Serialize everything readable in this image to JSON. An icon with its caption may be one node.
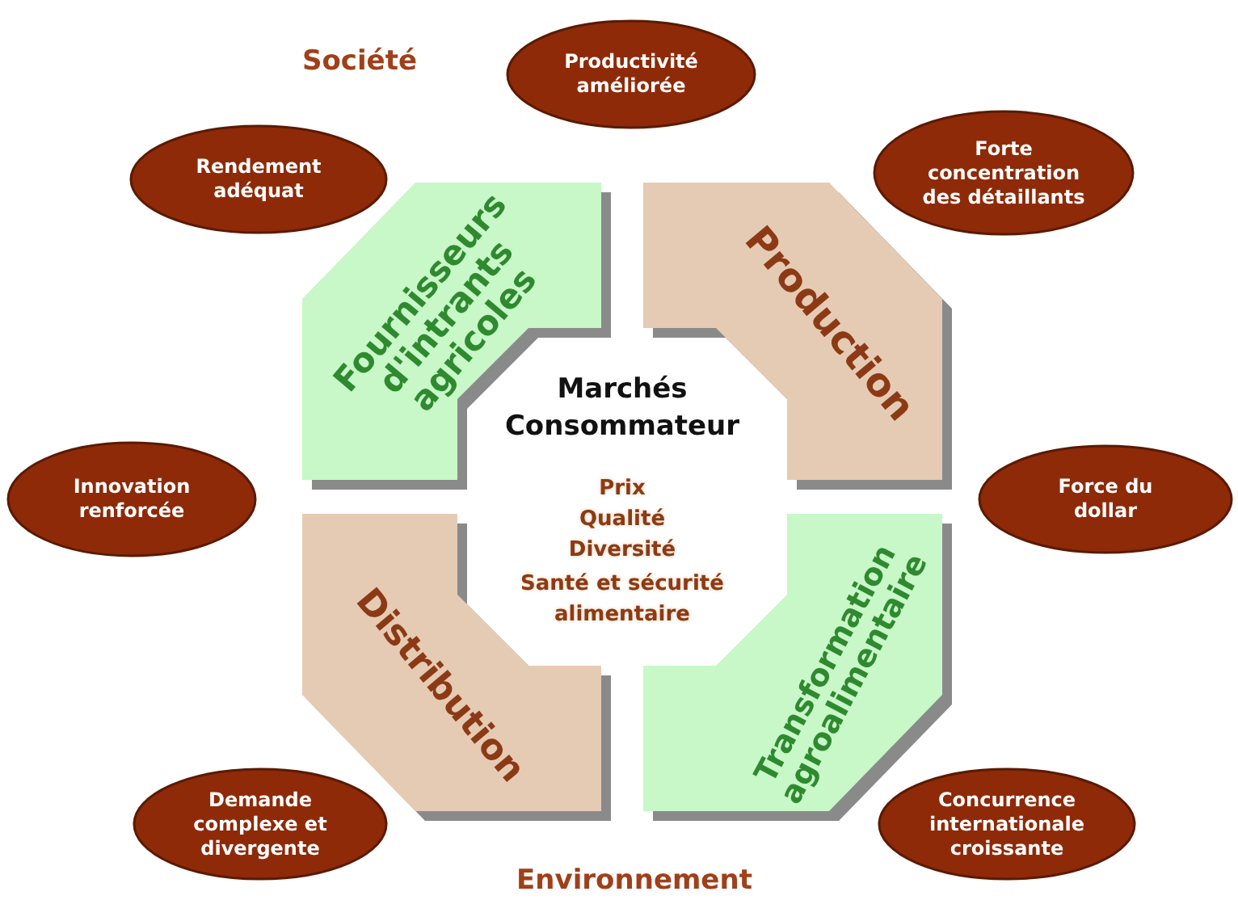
{
  "diagram": {
    "nodes": [
      {
        "text": [
          "Fournisseurs d'intrants agricoles"
        ]
      },
      {
        "text": [
          "Production"
        ]
      },
      {
        "text": [
          "Distribution"
        ]
      },
      {
        "text": [
          "Transformation agroalimentaire"
        ]
      },
      {
        "text": [
          "Productivité améliorée"
        ]
      },
      {
        "text": [
          "Rendement adéquat"
        ]
      },
      {
        "text": [
          "Forte concentration des détaillants"
        ]
      },
      {
        "text": [
          "Innovation renforcée"
        ]
      },
      {
        "text": [
          "Force du dollar"
        ]
      },
      {
        "text": [
          "Demande complexe et divergente"
        ]
      },
      {
        "text": [
          "Concurrence internationale croissante"
        ]
      }
    ],
    "labels": [
      "Société",
      "Marchés Consommateur",
      "Prix",
      "Qualité",
      "Diversité",
      "Santé et sécurité alimentaire",
      "Environnement"
    ]
  }
}
